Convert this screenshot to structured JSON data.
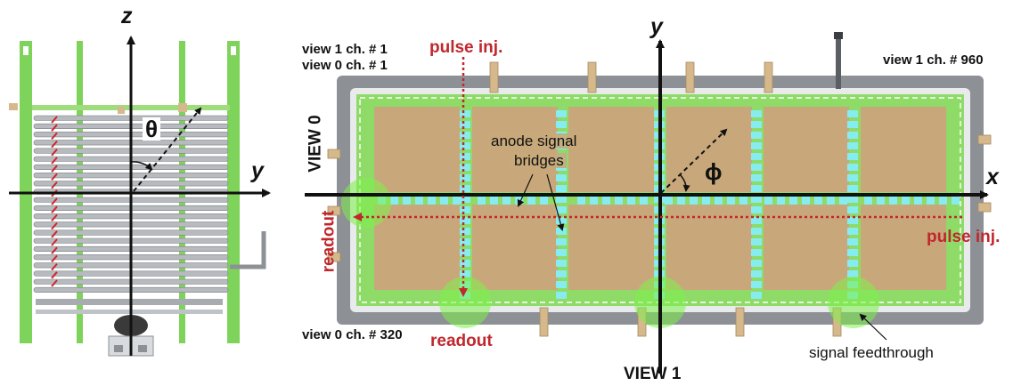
{
  "left_panel": {
    "axis_z": "z",
    "axis_y": "y",
    "angle": "θ"
  },
  "right_panel": {
    "axis_y": "y",
    "axis_x": "x",
    "angle": "ϕ",
    "view0_label": "VIEW 0",
    "view1_label": "VIEW 1",
    "top_left_line1": "view 1 ch. # 1",
    "top_left_line2": "view 0 ch. # 1",
    "top_right_channel": "view 1 ch. # 960",
    "bottom_left_channel": "view 0 ch. # 320",
    "pulse_inj_top": "pulse inj.",
    "pulse_inj_right": "pulse inj.",
    "readout_left": "readout",
    "readout_bottom": "readout",
    "anode_bridges_line1": "anode signal",
    "anode_bridges_line2": "bridges",
    "signal_feedthrough": "signal feedthrough"
  },
  "colors": {
    "green_frame": "#7ed35a",
    "tan_pad": "#c8a87a",
    "cyan_bridge": "#86ecf0",
    "steel": "#8d9196",
    "arrow_red": "#c0272d"
  }
}
